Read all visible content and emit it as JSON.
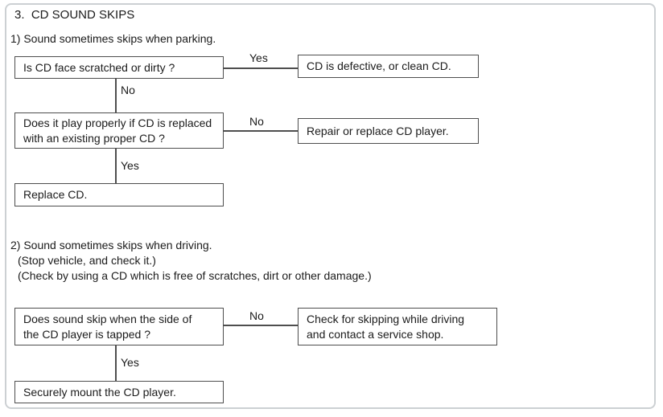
{
  "page": {
    "title": "3.  CD SOUND SKIPS"
  },
  "section1": {
    "heading": "1) Sound sometimes skips when parking.",
    "question1": {
      "text": "Is CD face scratched or dirty ?"
    },
    "question1_yes_label": "Yes",
    "result1": {
      "text": "CD is defective, or clean CD."
    },
    "question1_no_label": "No",
    "question2": {
      "line1": "Does it play properly if CD is replaced",
      "line2": "with an existing proper CD ?"
    },
    "question2_no_label": "No",
    "result2": {
      "text": "Repair or replace CD player."
    },
    "question2_yes_label": "Yes",
    "final": {
      "text": "Replace CD."
    }
  },
  "section2": {
    "heading": "2) Sound sometimes skips when driving.",
    "note1": "(Stop vehicle, and check it.)",
    "note2": "(Check by using a CD which is free of scratches, dirt or other damage.)",
    "question1": {
      "line1": "Does sound skip when the side of",
      "line2": "the CD player is tapped ?"
    },
    "question1_no_label": "No",
    "result1": {
      "line1": "Check for skipping while driving",
      "line2": "and contact a service shop."
    },
    "question1_yes_label": "Yes",
    "final": {
      "text": "Securely mount the CD player."
    }
  },
  "colors": {
    "box_border": "#4e4e4e",
    "panel_border": "#ccd0d3",
    "text": "#1b1b1b"
  }
}
